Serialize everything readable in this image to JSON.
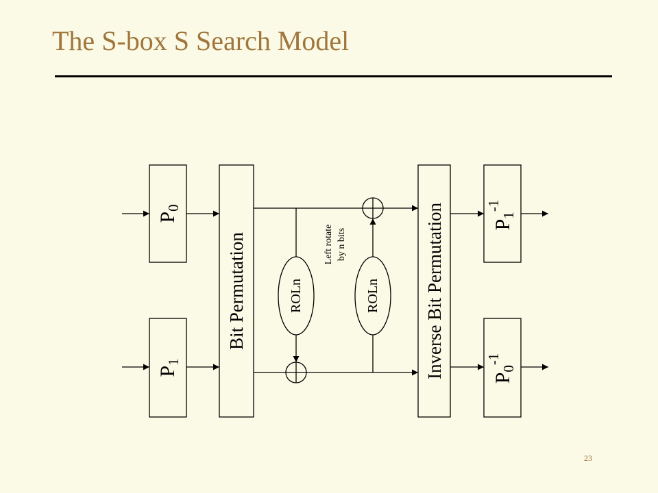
{
  "slide": {
    "title": "The S-box S Search Model",
    "page_number": "23"
  },
  "diagram": {
    "p0": {
      "base": "P",
      "sub": "0"
    },
    "p1": {
      "base": "P",
      "sub": "1"
    },
    "bit_permutation": "Bit Permutation",
    "inverse_bit_permutation": "Inverse Bit Permutation",
    "p1_inv": {
      "base": "P",
      "sub": "1",
      "sup": "-1"
    },
    "p0_inv": {
      "base": "P",
      "sub": "0",
      "sup": "-1"
    },
    "rol_left": "ROLn",
    "rol_right": "ROLn",
    "annotation_line1": "Left rotate",
    "annotation_line2": "by n bits"
  }
}
